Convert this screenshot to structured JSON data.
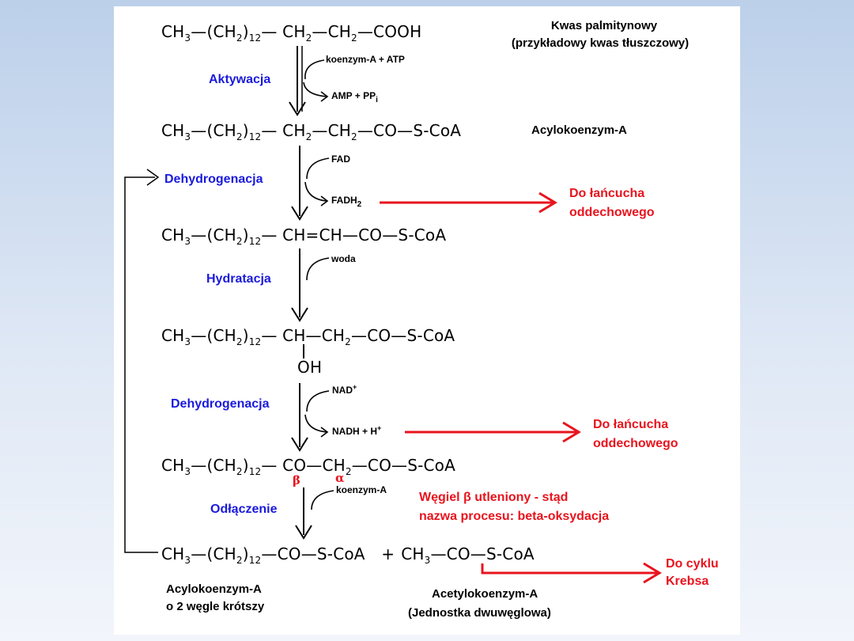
{
  "formulas": {
    "f1": {
      "a": "CH",
      "a_sub": "3",
      "b": "—(CH",
      "b_sub1": "2",
      "b_close": ")",
      "b_sub2": "12",
      "c": "— CH",
      "c_sub": "2",
      "d": "—CH",
      "d_sub": "2",
      "e": "—COOH"
    },
    "f2": {
      "a": "CH",
      "a_sub": "3",
      "b": "—(CH",
      "b_sub1": "2",
      "b_close": ")",
      "b_sub2": "12",
      "c": "— CH",
      "c_sub": "2",
      "d": "—CH",
      "d_sub": "2",
      "e": "—CO—S-CoA"
    },
    "f3": {
      "a": "CH",
      "a_sub": "3",
      "b": "—(CH",
      "b_sub1": "2",
      "b_close": ")",
      "b_sub2": "12",
      "c": "— CH=CH—CO—S-CoA"
    },
    "f4": {
      "a": "CH",
      "a_sub": "3",
      "b": "—(CH",
      "b_sub1": "2",
      "b_close": ")",
      "b_sub2": "12",
      "c": "— CH—CH",
      "c_sub": "2",
      "d": "—CO—S-CoA",
      "oh": "OH"
    },
    "f5": {
      "a": "CH",
      "a_sub": "3",
      "b": "—(CH",
      "b_sub1": "2",
      "b_close": ")",
      "b_sub2": "12",
      "c": "— CO—CH",
      "c_sub": "2",
      "d": "—CO—S-CoA"
    },
    "f6": {
      "a": "CH",
      "a_sub": "3",
      "b": "—(CH",
      "b_sub1": "2",
      "b_close": ")",
      "b_sub2": "12",
      "c": "—CO—S-CoA",
      "plus": "+",
      "e": "CH",
      "e_sub": "3",
      "f": "—CO—S-CoA"
    }
  },
  "labels": {
    "palmitic_1": "Kwas palmitynowy",
    "palmitic_2": "(przykładowy kwas tłuszczowy)",
    "acyl": "Acylokoenzym-A",
    "acyl_short_1": "Acylokoenzym-A",
    "acyl_short_2": "o 2 węgle krótszy",
    "acetyl_1": "Acetylokoenzym-A",
    "acetyl_2": "(Jednostka dwuwęglowa)"
  },
  "steps": {
    "s1": "Aktywacja",
    "s2": "Dehydrogenacja",
    "s3": "Hydratacja",
    "s4": "Dehydrogenacja",
    "s5": "Odłączenie"
  },
  "cofactors": {
    "coa_atp": "koenzym-A  + ATP",
    "amp": "AMP + PP",
    "amp_sub": "i",
    "fad": "FAD",
    "fadh": "FADH",
    "fadh_sub": "2",
    "woda": "woda",
    "nad": "NAD",
    "nad_sup": "+",
    "nadh": "NADH + H",
    "nadh_sup": "+",
    "coa": "koenzym-A"
  },
  "red": {
    "chain1_1": "Do łańcucha",
    "chain1_2": "oddechowego",
    "chain2_1": "Do łańcucha",
    "chain2_2": "oddechowego",
    "beta_1": "Węgiel  β  utleniony - stąd",
    "beta_2": "nazwa procesu: beta-oksydacja",
    "krebs_1": "Do cyklu",
    "krebs_2": "Krebsa",
    "beta": "β",
    "alpha": "α"
  },
  "colors": {
    "step": "#1a1adc",
    "red": "#e8141e",
    "text": "#000000",
    "background": "#ffffff"
  }
}
